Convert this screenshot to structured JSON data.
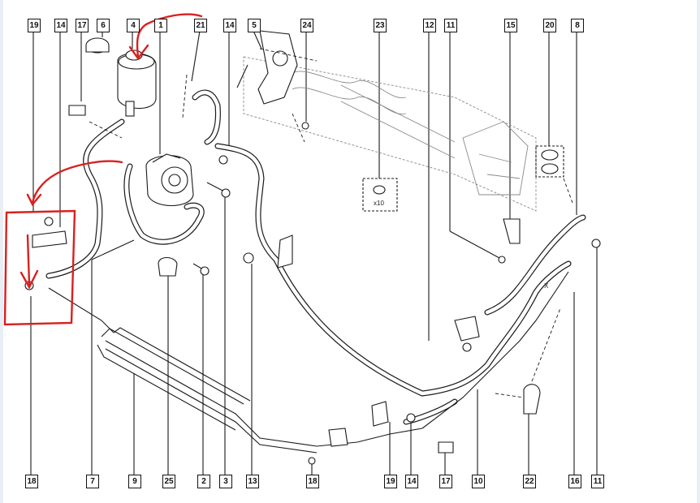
{
  "diagram": {
    "callouts_top": [
      "19",
      "14",
      "17",
      "6",
      "4",
      "1",
      "21",
      "14",
      "5",
      "24",
      "23",
      "12",
      "11",
      "15",
      "20",
      "8"
    ],
    "callouts_bottom": [
      "18",
      "7",
      "9",
      "25",
      "2",
      "3",
      "13",
      "18",
      "19",
      "14",
      "17",
      "10",
      "22",
      "16",
      "11"
    ],
    "quantity_label": "x10",
    "x_marker": "X"
  },
  "colors": {
    "line": "#1a1a1a",
    "annotation": "#d8211f",
    "background": "#ffffff"
  }
}
